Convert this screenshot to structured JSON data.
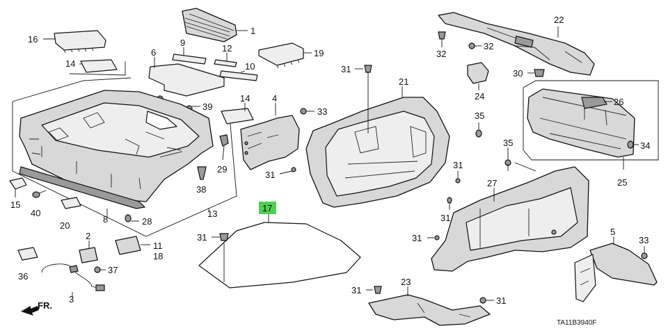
{
  "callouts": {
    "c1": "1",
    "c2": "2",
    "c3": "3",
    "c4": "4",
    "c5": "5",
    "c6": "6",
    "c8": "8",
    "c9": "9",
    "c10": "10",
    "c11": "11",
    "c12": "12",
    "c13": "13",
    "c14a": "14",
    "c14b": "14",
    "c15": "15",
    "c16": "16",
    "c17": "17",
    "c18": "18",
    "c19": "19",
    "c20": "20",
    "c21": "21",
    "c22": "22",
    "c23": "23",
    "c24": "24",
    "c25": "25",
    "c26": "26",
    "c27": "27",
    "c28": "28",
    "c29": "29",
    "c30": "30",
    "c31a": "31",
    "c31b": "31",
    "c31c": "31",
    "c31d": "31",
    "c31e": "31",
    "c31f": "31",
    "c31g": "31",
    "c31h": "31",
    "c32a": "32",
    "c32b": "32",
    "c33a": "33",
    "c33b": "33",
    "c34": "34",
    "c35a": "35",
    "c35b": "35",
    "c36": "36",
    "c37": "37",
    "c38": "38",
    "c39a": "39",
    "c39b": "39",
    "c40": "40"
  },
  "direction_label": "FR.",
  "diagram_code": "TA11B3940F",
  "highlight_color": "#4fd14f"
}
